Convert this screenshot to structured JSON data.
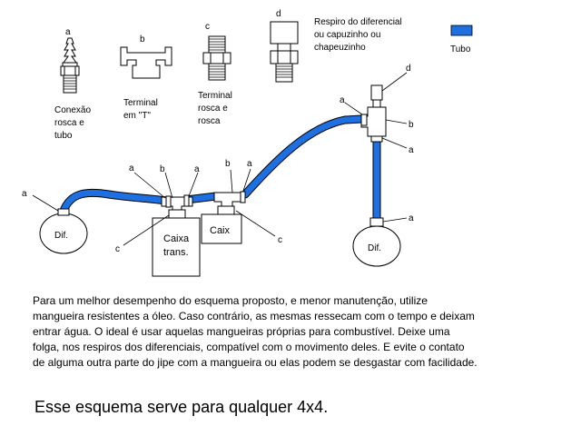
{
  "legend": {
    "fitting_a": {
      "letter": "a",
      "caption": [
        "Conexão",
        "rosca e",
        "tubo"
      ]
    },
    "fitting_b": {
      "letter": "b",
      "caption": [
        "Terminal",
        "em \"T\""
      ]
    },
    "fitting_c": {
      "letter": "c",
      "caption": [
        "Terminal",
        "rosca e",
        "rosca"
      ]
    },
    "fitting_d": {
      "letter": "d",
      "caption": [
        "Respiro do diferencial",
        "ou capuzinho ou",
        "chapeuzinho"
      ]
    },
    "tube": {
      "caption": "Tubo",
      "color": "#1e6fe0"
    }
  },
  "components": {
    "dif_left": "Dif.",
    "dif_right": "Dif.",
    "caixa_trans": [
      "Caixa",
      "trans."
    ],
    "caix": "Caix"
  },
  "callouts": [
    "a",
    "b",
    "a",
    "a",
    "b",
    "a",
    "c",
    "c",
    "d",
    "a",
    "b",
    "a",
    "a"
  ],
  "note": "Para um melhor desempenho do esquema proposto, e menor manutenção, utilize mangueira resistentes a óleo. Caso contrário, as mesmas ressecam com o tempo e deixam entrar água. O ideal é usar aquelas mangueiras próprias para combustível. Deixe uma folga, nos respiros dos diferenciais, compatível com o movimento deles. E evite o contato de alguma outra parte do jipe com a mangueira ou elas podem se desgastar com facilidade.",
  "heading": "Esse esquema serve para qualquer 4x4."
}
